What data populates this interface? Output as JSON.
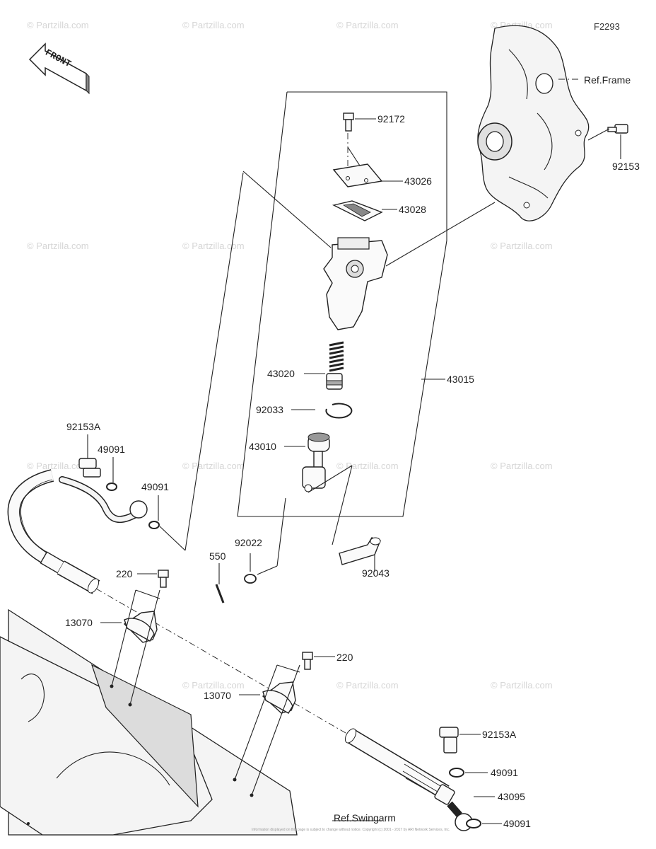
{
  "diagram": {
    "figure_id": "F2293",
    "front_label": "FRONT",
    "watermark": "© Partzilla.com",
    "ref_frame": "Ref.Frame",
    "ref_swingarm": "Ref.Swingarm",
    "copyright": "Information displayed on this page is subject to change without notice. Copyright (c) 2001 - 2017 by ARI Network Services, Inc.",
    "parts": {
      "p92172": "92172",
      "p43026": "43026",
      "p43028": "43028",
      "p92153_top": "92153",
      "p43020": "43020",
      "p43015": "43015",
      "p92033": "92033",
      "p43010": "43010",
      "p92153A_left": "92153A",
      "p49091_a": "49091",
      "p49091_b": "49091",
      "p92022": "92022",
      "p550": "550",
      "p92043": "92043",
      "p220_a": "220",
      "p13070_a": "13070",
      "p220_b": "220",
      "p13070_b": "13070",
      "p92153A_right": "92153A",
      "p49091_c": "49091",
      "p43095": "43095",
      "p49091_d": "49091"
    }
  }
}
